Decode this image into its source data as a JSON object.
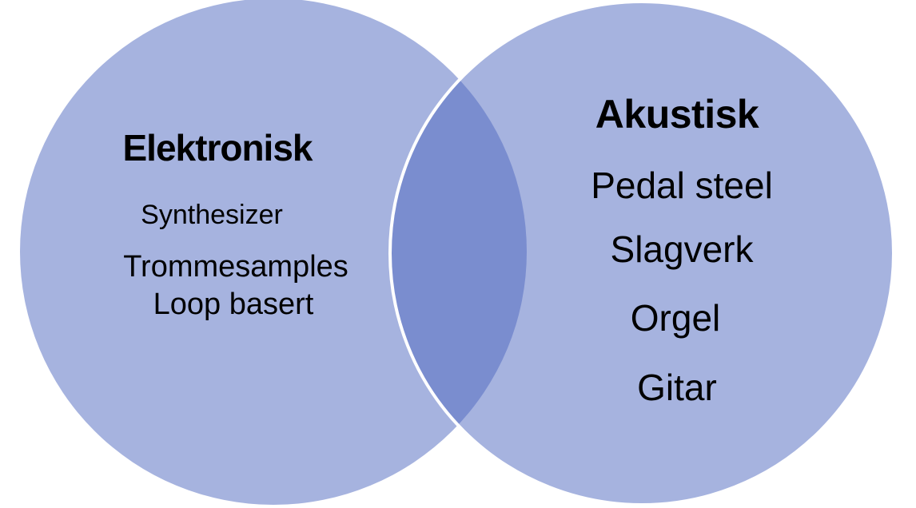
{
  "venn": {
    "left_set": {
      "title": "Elektronisk",
      "items": [
        "Synthesizer",
        "Trommesamples",
        "Loop basert"
      ]
    },
    "right_set": {
      "title": "Akustisk",
      "items": [
        "Pedal steel",
        "Slagverk",
        "Orgel",
        "Gitar"
      ]
    },
    "intersection_items": [],
    "colors": {
      "circle_fill": "#a6b3df",
      "right_circle_overlay_fill": "#4d67bf",
      "right_circle_overlay_opacity": "0.5",
      "overlap_resulting_fill": "#7a8dcf",
      "outline": "#ffffff",
      "outline_width": "4",
      "text": "#000000",
      "background": "#ffffff"
    }
  }
}
